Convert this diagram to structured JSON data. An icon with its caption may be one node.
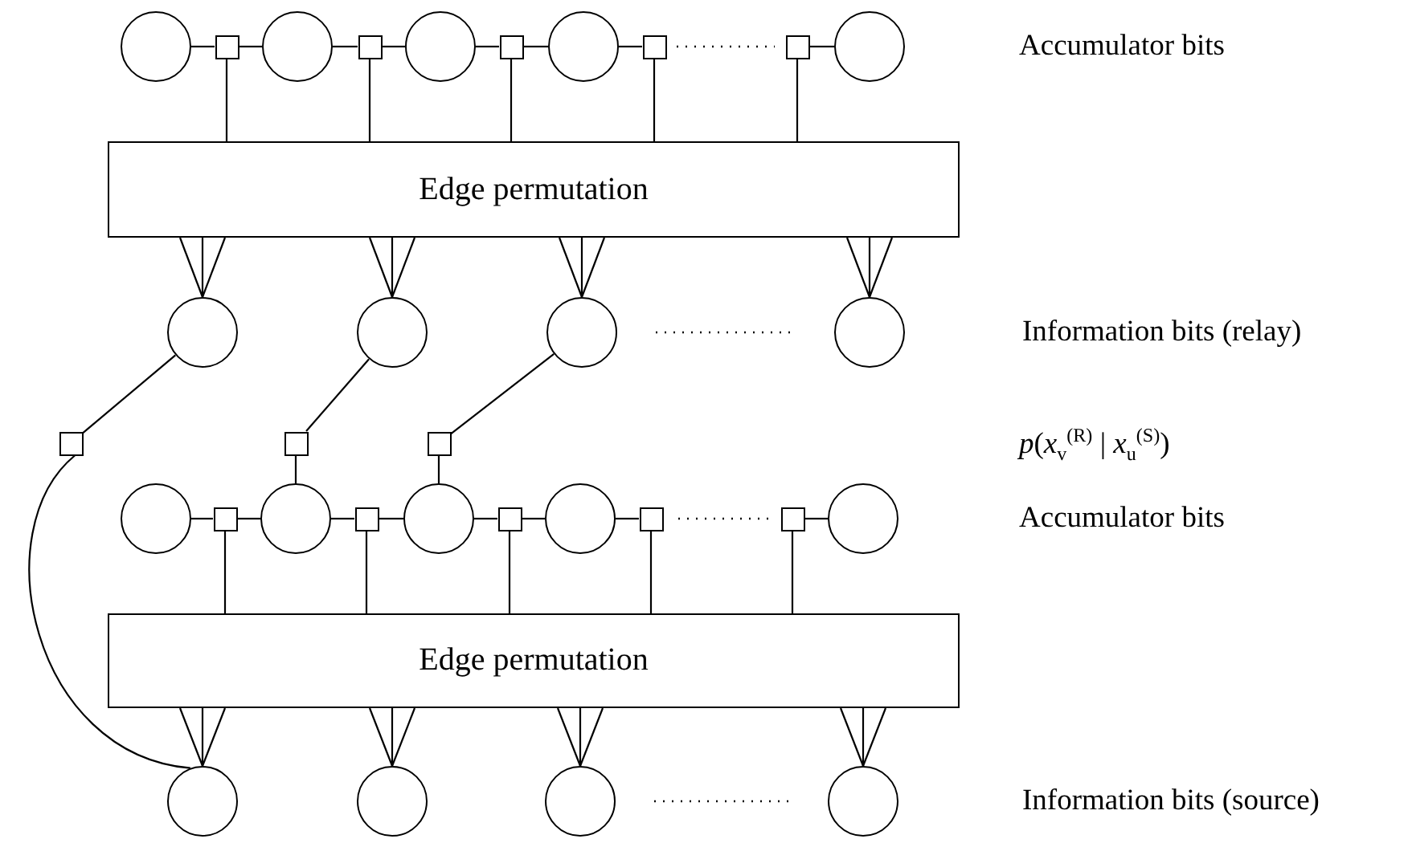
{
  "diagram": {
    "nodes": [
      {
        "text": [],
        "shape": "circle"
      },
      {
        "text": [],
        "shape": "box"
      },
      {
        "text": [],
        "shape": "circle"
      },
      {
        "text": [],
        "shape": "box"
      },
      {
        "text": [],
        "shape": "circle"
      },
      {
        "text": [],
        "shape": "box"
      },
      {
        "text": [],
        "shape": "circle"
      },
      {
        "text": [],
        "shape": "box"
      },
      {
        "text": [],
        "shape": "box"
      },
      {
        "text": [],
        "shape": "circle"
      },
      {
        "text": [
          "Edge permutation"
        ]
      },
      {
        "text": [],
        "shape": "circle"
      },
      {
        "text": [],
        "shape": "circle"
      },
      {
        "text": [],
        "shape": "circle"
      },
      {
        "text": [],
        "shape": "circle"
      },
      {
        "text": [],
        "shape": "box"
      },
      {
        "text": [],
        "shape": "box"
      },
      {
        "text": [],
        "shape": "box"
      },
      {
        "text": [],
        "shape": "circle"
      },
      {
        "text": [],
        "shape": "box"
      },
      {
        "text": [],
        "shape": "circle"
      },
      {
        "text": [],
        "shape": "box"
      },
      {
        "text": [],
        "shape": "circle"
      },
      {
        "text": [],
        "shape": "box"
      },
      {
        "text": [],
        "shape": "circle"
      },
      {
        "text": [],
        "shape": "box"
      },
      {
        "text": [],
        "shape": "box"
      },
      {
        "text": [],
        "shape": "circle"
      },
      {
        "text": [
          "Edge permutation"
        ]
      },
      {
        "text": [],
        "shape": "circle"
      },
      {
        "text": [],
        "shape": "circle"
      },
      {
        "text": [],
        "shape": "circle"
      },
      {
        "text": [],
        "shape": "circle"
      }
    ],
    "edges": [
      {
        "from": 0,
        "to": 1,
        "arrow": "none"
      },
      {
        "from": 1,
        "to": 2,
        "arrow": "none"
      },
      {
        "from": 2,
        "to": 3,
        "arrow": "none"
      },
      {
        "from": 3,
        "to": 4,
        "arrow": "none"
      },
      {
        "from": 4,
        "to": 5,
        "arrow": "none"
      },
      {
        "from": 5,
        "to": 6,
        "arrow": "none"
      },
      {
        "from": 6,
        "to": 7,
        "arrow": "none"
      },
      {
        "from": 8,
        "to": 9,
        "arrow": "none"
      },
      {
        "from": 1,
        "to": 10,
        "arrow": "none"
      },
      {
        "from": 3,
        "to": 10,
        "arrow": "none"
      },
      {
        "from": 5,
        "to": 10,
        "arrow": "none"
      },
      {
        "from": 7,
        "to": 10,
        "arrow": "none"
      },
      {
        "from": 8,
        "to": 10,
        "arrow": "none"
      },
      {
        "from": 10,
        "to": 11,
        "arrow": "none"
      },
      {
        "from": 10,
        "to": 11,
        "arrow": "none"
      },
      {
        "from": 10,
        "to": 11,
        "arrow": "none"
      },
      {
        "from": 10,
        "to": 12,
        "arrow": "none"
      },
      {
        "from": 10,
        "to": 12,
        "arrow": "none"
      },
      {
        "from": 10,
        "to": 12,
        "arrow": "none"
      },
      {
        "from": 10,
        "to": 13,
        "arrow": "none"
      },
      {
        "from": 10,
        "to": 13,
        "arrow": "none"
      },
      {
        "from": 10,
        "to": 13,
        "arrow": "none"
      },
      {
        "from": 10,
        "to": 14,
        "arrow": "none"
      },
      {
        "from": 10,
        "to": 14,
        "arrow": "none"
      },
      {
        "from": 10,
        "to": 14,
        "arrow": "none"
      },
      {
        "from": 11,
        "to": 15,
        "arrow": "none"
      },
      {
        "from": 12,
        "to": 16,
        "arrow": "none"
      },
      {
        "from": 13,
        "to": 17,
        "arrow": "none"
      },
      {
        "from": 16,
        "to": 20,
        "arrow": "none"
      },
      {
        "from": 17,
        "to": 22,
        "arrow": "none"
      },
      {
        "from": 15,
        "to": 29,
        "arrow": "none"
      },
      {
        "from": 18,
        "to": 19,
        "arrow": "none"
      },
      {
        "from": 19,
        "to": 20,
        "arrow": "none"
      },
      {
        "from": 20,
        "to": 21,
        "arrow": "none"
      },
      {
        "from": 21,
        "to": 22,
        "arrow": "none"
      },
      {
        "from": 22,
        "to": 23,
        "arrow": "none"
      },
      {
        "from": 23,
        "to": 24,
        "arrow": "none"
      },
      {
        "from": 24,
        "to": 25,
        "arrow": "none"
      },
      {
        "from": 26,
        "to": 27,
        "arrow": "none"
      },
      {
        "from": 19,
        "to": 28,
        "arrow": "none"
      },
      {
        "from": 21,
        "to": 28,
        "arrow": "none"
      },
      {
        "from": 23,
        "to": 28,
        "arrow": "none"
      },
      {
        "from": 25,
        "to": 28,
        "arrow": "none"
      },
      {
        "from": 26,
        "to": 28,
        "arrow": "none"
      },
      {
        "from": 28,
        "to": 29,
        "arrow": "none"
      },
      {
        "from": 28,
        "to": 29,
        "arrow": "none"
      },
      {
        "from": 28,
        "to": 29,
        "arrow": "none"
      },
      {
        "from": 28,
        "to": 30,
        "arrow": "none"
      },
      {
        "from": 28,
        "to": 30,
        "arrow": "none"
      },
      {
        "from": 28,
        "to": 30,
        "arrow": "none"
      },
      {
        "from": 28,
        "to": 31,
        "arrow": "none"
      },
      {
        "from": 28,
        "to": 31,
        "arrow": "none"
      },
      {
        "from": 28,
        "to": 31,
        "arrow": "none"
      },
      {
        "from": 28,
        "to": 32,
        "arrow": "none"
      },
      {
        "from": 28,
        "to": 32,
        "arrow": "none"
      },
      {
        "from": 28,
        "to": 32,
        "arrow": "none"
      }
    ],
    "labels": [
      "Accumulator bits",
      "Information bits (relay)",
      "*p*(*x*$_{v}$$^{(R)}$ | *x*$_{u}$$^{(S)}$)",
      "Accumulator bits",
      "Information bits (source)"
    ]
  }
}
